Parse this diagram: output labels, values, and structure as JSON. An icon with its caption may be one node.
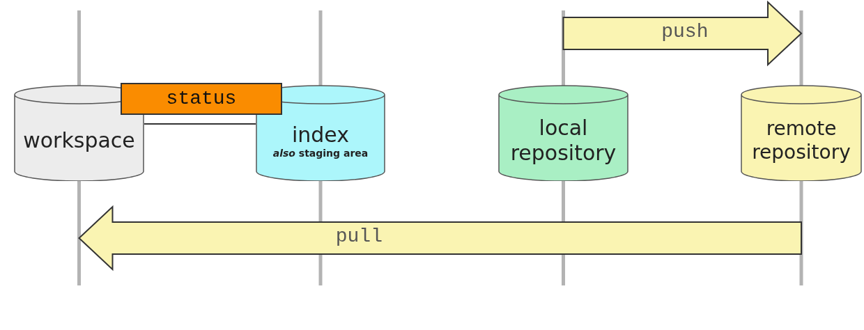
{
  "diagram": {
    "nodes": [
      {
        "text": [
          "workspace"
        ]
      },
      {
        "text": [
          "index",
          "*also* staging area"
        ]
      },
      {
        "text": [
          "local repository"
        ]
      },
      {
        "text": [
          "remote repository"
        ]
      }
    ],
    "edges": [
      {
        "from": 2,
        "to": 3,
        "arrow": "to",
        "label": "push"
      },
      {
        "from": 0,
        "to": 1,
        "arrow": "none",
        "label": "status"
      },
      {
        "from": 3,
        "to": 0,
        "arrow": "to",
        "label": "pull"
      }
    ]
  }
}
